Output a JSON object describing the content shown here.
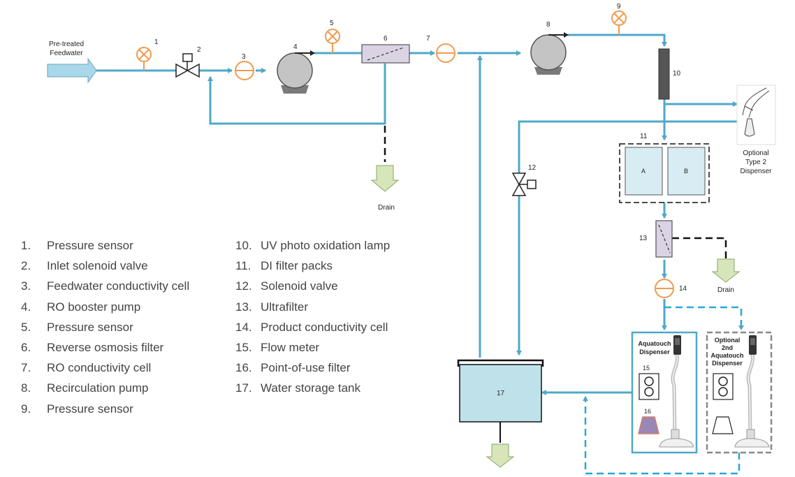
{
  "colors": {
    "pipe": "#4fa8c9",
    "orange": "#f19a4f",
    "pump": "#c4c4c4",
    "tank": "#bfe2ea",
    "drain": "#d7e6b9",
    "membrane": "#d9d3e4",
    "feed": "#a8d8ea"
  },
  "feed_label": [
    "Pre-treated",
    "Feedwater"
  ],
  "component_numbers": [
    "1",
    "2",
    "3",
    "4",
    "5",
    "6",
    "7",
    "8",
    "9",
    "10",
    "11",
    "12",
    "13",
    "14",
    "15",
    "16",
    "17"
  ],
  "drain_label": "Drain",
  "filter_pack_labels": [
    "A",
    "B"
  ],
  "optional_type2": [
    "Optional",
    "Type 2",
    "Dispenser"
  ],
  "aquatouch": [
    "Aquatouch",
    "Dispenser"
  ],
  "optional_aquatouch": [
    "Optional",
    "2nd",
    "Aquatouch",
    "Dispenser"
  ],
  "legend": [
    {
      "num": "1.",
      "text": "Pressure sensor"
    },
    {
      "num": "2.",
      "text": "Inlet solenoid valve"
    },
    {
      "num": "3.",
      "text": "Feedwater conductivity cell"
    },
    {
      "num": "4.",
      "text": "RO booster pump"
    },
    {
      "num": "5.",
      "text": "Pressure sensor"
    },
    {
      "num": "6.",
      "text": "Reverse osmosis filter"
    },
    {
      "num": "7.",
      "text": "RO conductivity cell"
    },
    {
      "num": "8.",
      "text": "Recirculation pump"
    },
    {
      "num": "9.",
      "text": "Pressure sensor"
    },
    {
      "num": "10.",
      "text": "UV photo oxidation lamp"
    },
    {
      "num": "11.",
      "text": "DI filter packs"
    },
    {
      "num": "12.",
      "text": "Solenoid valve"
    },
    {
      "num": "13.",
      "text": "Ultrafilter"
    },
    {
      "num": "14.",
      "text": "Product conductivity cell"
    },
    {
      "num": "15.",
      "text": "Flow meter"
    },
    {
      "num": "16.",
      "text": "Point-of-use filter"
    },
    {
      "num": "17.",
      "text": "Water storage tank"
    }
  ]
}
